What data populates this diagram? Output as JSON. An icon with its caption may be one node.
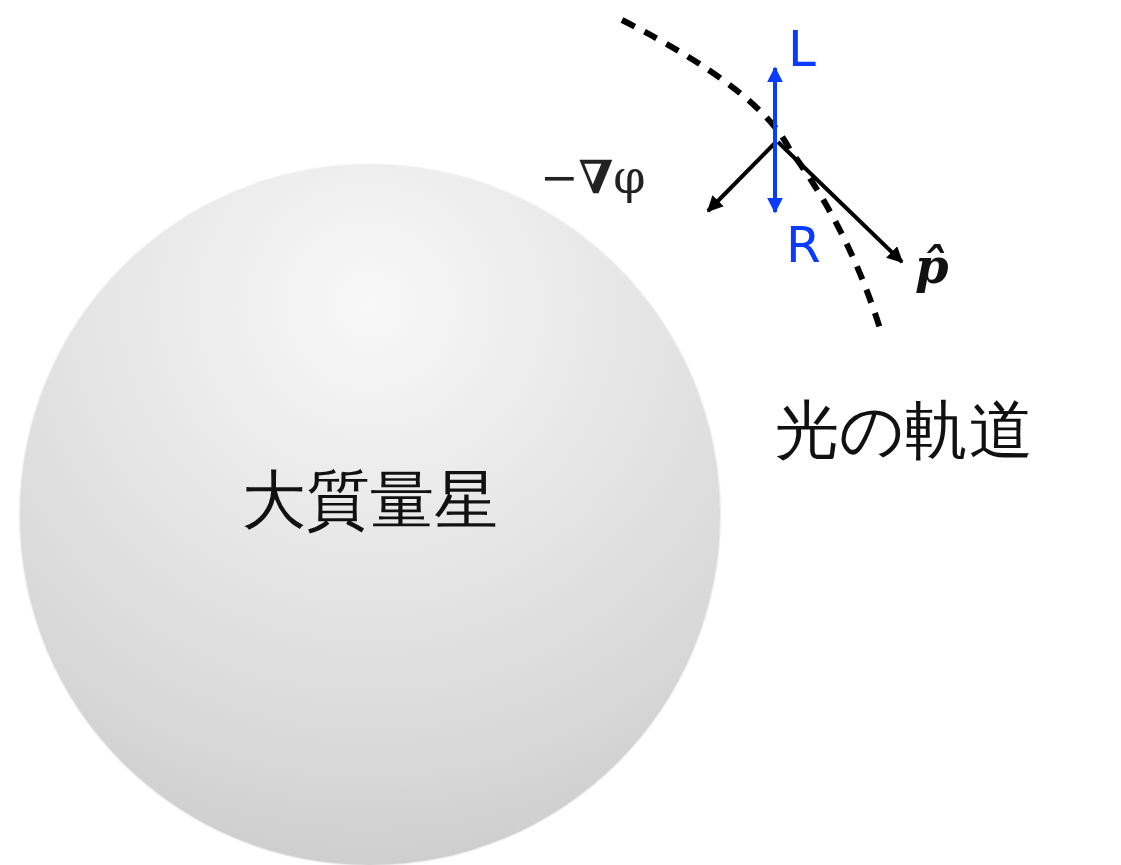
{
  "diagram": {
    "nodes": [
      {
        "text": [
          "大質量星"
        ]
      }
    ],
    "labels": [
      "L",
      "−**∇**φ",
      "R",
      "p̂",
      "光の軌道"
    ]
  }
}
